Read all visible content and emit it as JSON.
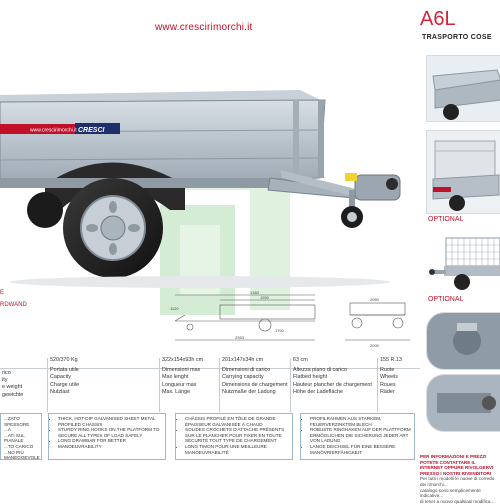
{
  "header": {
    "url": "www.crescirimorchi.it",
    "model": "A6L",
    "subtitle": "TRASPORTO COSE"
  },
  "labels": {
    "red_label_1": "E",
    "red_label_2": "RDWAND",
    "optional_1": "OPTIONAL",
    "optional_2": "OPTIONAL"
  },
  "trailer_branding": {
    "side_url": "www.crescirimorchi.it",
    "logo": "CRESCI"
  },
  "drawing_dims": {
    "d1": "1383",
    "d2": "1550",
    "d3": "2353",
    "d4": "1700",
    "d5": "2060",
    "d6": "2000",
    "d7": "1120"
  },
  "spec": {
    "col0": [
      "rico",
      "ity",
      "e weight",
      "gewichte"
    ],
    "col1": {
      "value": "520/370 Kg",
      "lines": [
        "Portata utile",
        "Capacity",
        "Charge utile",
        "Nutzlast"
      ]
    },
    "col2": {
      "value": "322x154x93h cm",
      "lines": [
        "Dimensioni max",
        "Max lenght",
        "Longueur max",
        "Max. Länge"
      ]
    },
    "col3": {
      "value": "201x147x34h cm",
      "lines": [
        "Dimensioni di carico",
        "Carrying capacity",
        "Dimensions de chargement",
        "Nutzmaße der Ladung"
      ]
    },
    "col4": {
      "value": "63 cm",
      "lines": [
        "Altezza piano di carico",
        "Flatbed height",
        "Hauteur plancher de chargement",
        "Höhe der Ladefläche"
      ]
    },
    "col5": {
      "value": "155 R.13",
      "lines": [
        "Ruote",
        "Wheels",
        "Roues",
        "Räder"
      ]
    }
  },
  "features": {
    "box0": [
      "...ZATO SPESSORE",
      "...A",
      "...ATI SUL PIANALE",
      "...TO CARICO",
      "...NO PIÙ MANEGGEVOLE"
    ],
    "box1": [
      "THICK, HOT-DIP GALVANISED SHEET METAL PROFILED CHASSIS",
      "STURDY RING HOOKS ON THE PLATFORM TO SECURE ALL TYPES OF LOAD SAFELY",
      "LONG DRAWBAR FOR BETTER MANOEUVRABILITY"
    ],
    "box2": [
      "CHÂSSIS PROFILÉ EN TÔLE DE GRANDE ÉPAISSEUR GALVANISÉE À CHAUD",
      "SOLIDES CROCHETS D'ATTACHE PRÉSENTS SUR LE PLANCHER POUR FIXER EN TOUTE SÉCURITÉ TOUT TYPE DE CHARGEMENT",
      "LONG TIMON POUR UNE MEILLEURE MANOEUVRABILITÉ"
    ],
    "box3": [
      "PROFILRAHMEN AUS STARKEM, FEUERVERZINKTEM BLECH",
      "ROBUSTE RINGHAKEN AUF DER PLATTFORM ERMÖGLICHEN DIE SICHERUNG JEDER ART VON LADUNG",
      "LANGE DEICHSEL FÜR EINE BESSERE MANÖVRIERFÄHIGKEIT"
    ]
  },
  "info": {
    "line1": "PER INFORMAZIONI E PREZZI POTETE CONTATTARE IL",
    "line2": "INTERNET OPPURE RIVOLGERVI PRESSO I NOSTRI RIVENDITORI",
    "line3": "Per tutti i modelli le nuove di corredo dei rimorchi...",
    "line4": "catalogo sono semplicemente indicative...",
    "line5": "di tener a nuovo qualsiasi modifica..."
  },
  "colors": {
    "brand_red": "#c0102a",
    "body_steel": "#b9c3cc",
    "watermark_green": "#c9e8c9"
  }
}
